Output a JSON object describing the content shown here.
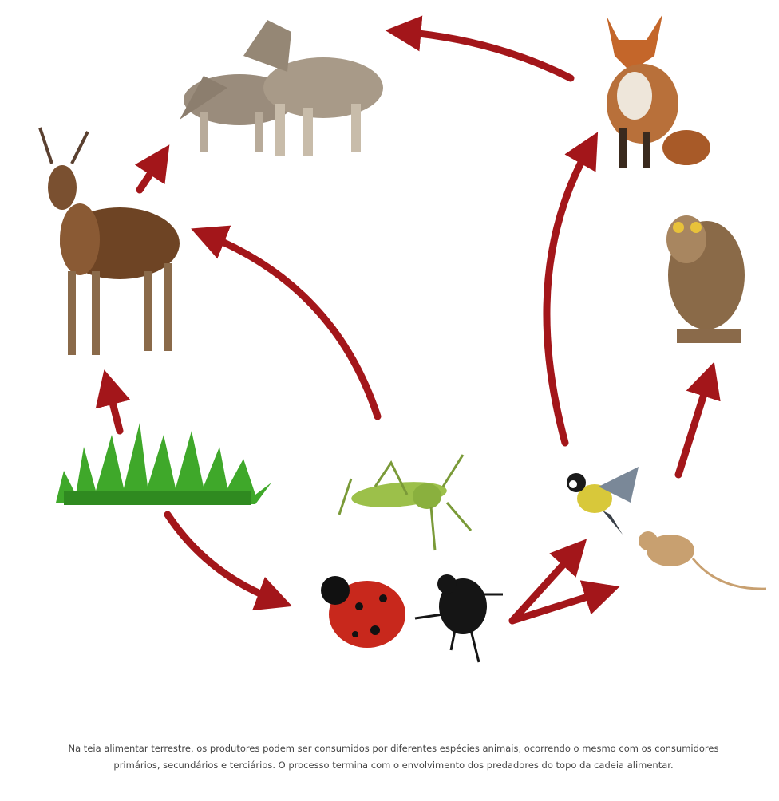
{
  "caption": "Na teia alimentar terrestre, os produtores podem ser consumidos por diferentes espécies animais, ocorrendo o mesmo com os consumidores primários, secundários e terciários. O processo termina com o envolvimento dos predadores do topo da cadeia alimentar.",
  "colors": {
    "arrow": "#a3161a",
    "grass": "#3fa82a",
    "ladybug": "#c8281c"
  },
  "organisms": [
    "wolf",
    "fox",
    "deer",
    "owl",
    "grass",
    "grasshopper",
    "bird",
    "mouse",
    "ladybug",
    "beetle"
  ],
  "links": [
    [
      "fox",
      "wolf"
    ],
    [
      "deer",
      "wolf"
    ],
    [
      "grasshopper",
      "deer"
    ],
    [
      "grass",
      "deer"
    ],
    [
      "grass",
      "ladybug"
    ],
    [
      "beetle",
      "bird"
    ],
    [
      "beetle",
      "mouse"
    ],
    [
      "bird",
      "fox"
    ],
    [
      "mouse",
      "owl"
    ]
  ]
}
